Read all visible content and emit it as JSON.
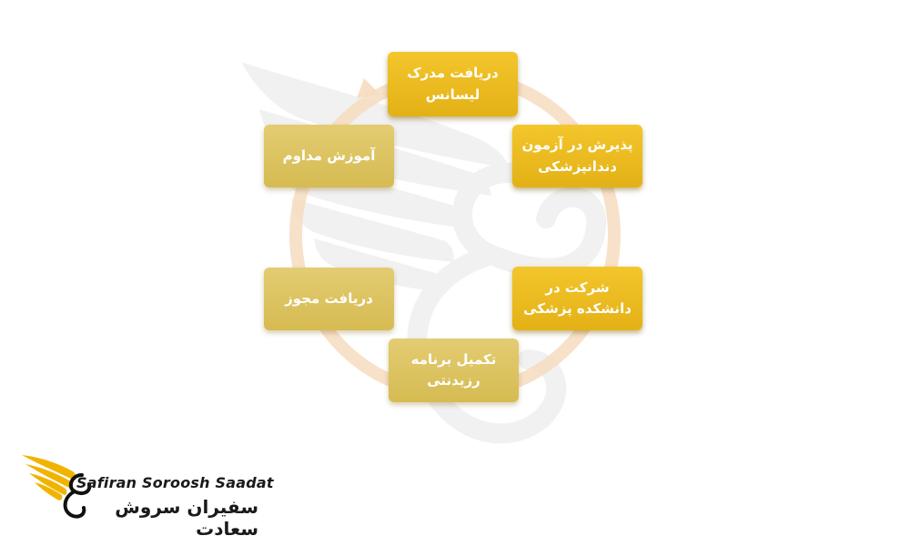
{
  "steps": [
    {
      "id": "bachelor",
      "line1": "دریافت مدرک",
      "line2": "لیسانس"
    },
    {
      "id": "exam",
      "line1": "پذیرش در آزمون",
      "line2": "دندانپزشکی"
    },
    {
      "id": "school",
      "line1": "شرکت در",
      "line2": "دانشکده پزشکی"
    },
    {
      "id": "residency",
      "line1": "تکمیل برنامه",
      "line2": "رزیدنتی"
    },
    {
      "id": "license",
      "line1": "دریافت مجوز",
      "line2": ""
    },
    {
      "id": "education",
      "line1": "آموزش مداوم",
      "line2": ""
    }
  ],
  "logo": {
    "english": "Safiran Soroosh Saadat",
    "persian": "سفیران سروش سعادت",
    "icon": "winged-s-logo-icon"
  },
  "colors": {
    "box": "#efc122",
    "box_faded": "#dcc25e",
    "cycle_arrow": "#f5d9b8",
    "logo_wing": "#f0b400",
    "text": "#ffffff"
  }
}
